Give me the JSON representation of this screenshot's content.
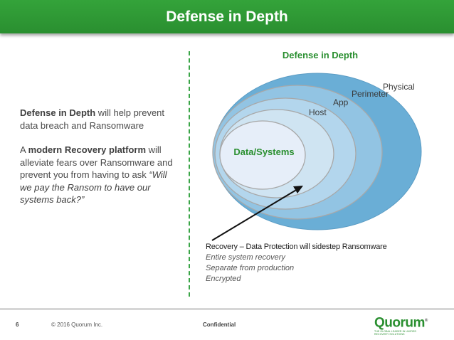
{
  "header": {
    "title": "Defense in Depth"
  },
  "left_panel": {
    "para1_bold": "Defense in Depth",
    "para1_rest": " will help prevent data breach and Ransomware",
    "para2_prefix": "A ",
    "para2_bold": "modern Recovery platform",
    "para2_rest": " will alleviate fears over Ransomware and prevent you from having to ask ",
    "para2_quote": "“Will we pay the Ransom to have our systems back?”"
  },
  "diagram": {
    "title": "Defense in Depth",
    "layers": [
      "Physical",
      "Perimeter",
      "App",
      "Host",
      "Data/Systems"
    ],
    "colors": [
      "#6aaed6",
      "#92c4e3",
      "#b3d6ed",
      "#cfe4f2",
      "#e6eef9"
    ]
  },
  "recovery": {
    "title": "Recovery – Data Protection will sidestep Ransomware",
    "items": [
      "Entire system recovery",
      "Separate from production",
      "Encrypted"
    ]
  },
  "footer": {
    "page_number": "6",
    "copyright": "© 2016 Quorum Inc.",
    "confidential": "Confidential",
    "logo_name": "Quorum",
    "logo_tagline": "THE GLOBAL LEADER IN UNIFIED RECOVERY SOLUTIONS"
  }
}
